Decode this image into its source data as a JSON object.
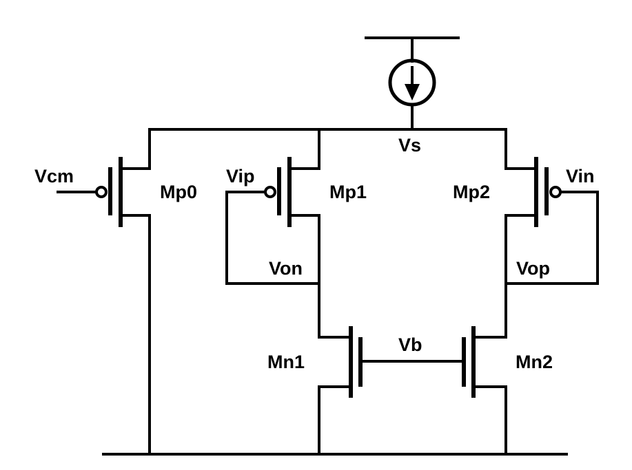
{
  "labels": {
    "vcm": "Vcm",
    "vip": "Vip",
    "vin": "Vin",
    "vs": "Vs",
    "von": "Von",
    "vop": "Vop",
    "vb": "Vb",
    "mp0": "Mp0",
    "mp1": "Mp1",
    "mp2": "Mp2",
    "mn1": "Mn1",
    "mn2": "Mn2"
  },
  "colors": {
    "line": "#000000",
    "background": "#ffffff"
  }
}
